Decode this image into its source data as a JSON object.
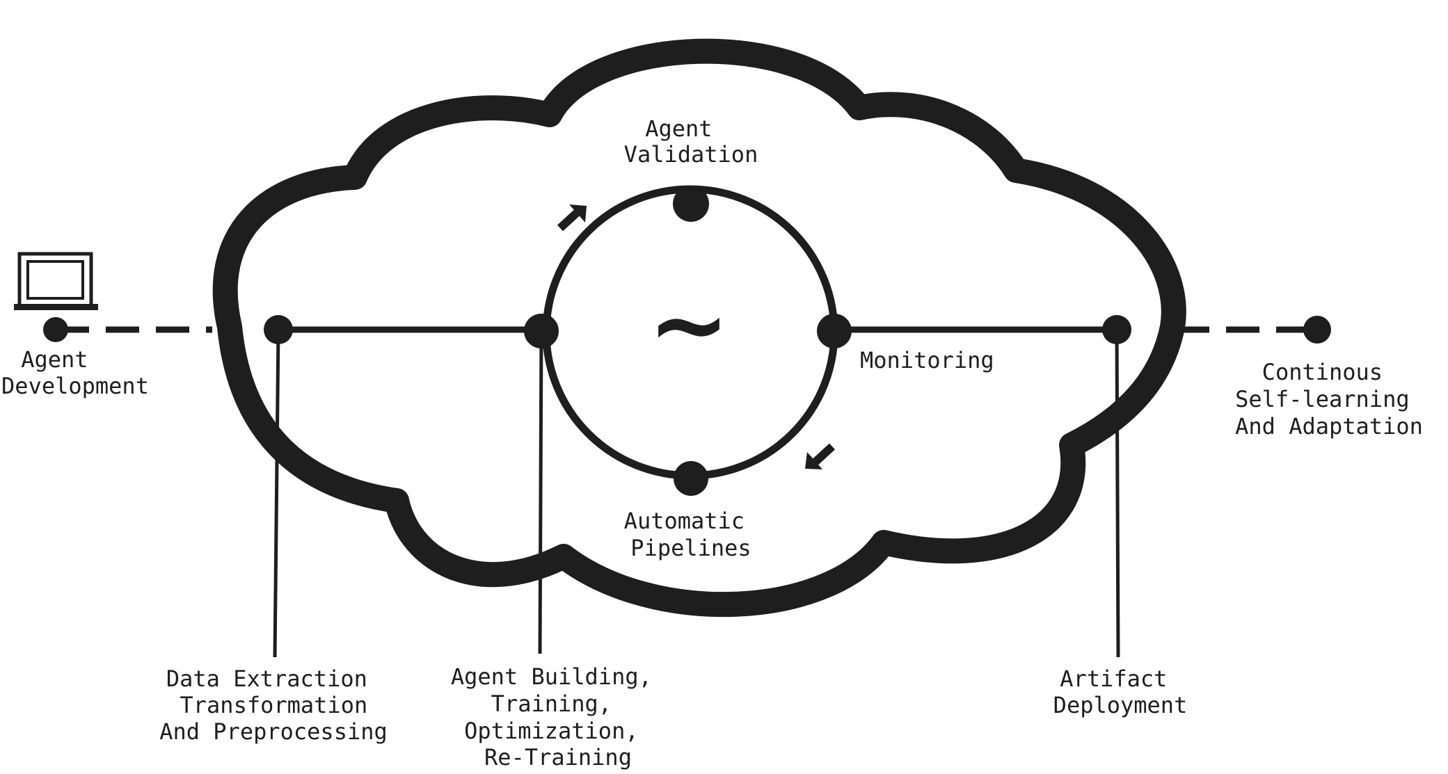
{
  "colors": {
    "ink": "#1e1e1e",
    "background": "#ffffff"
  },
  "icons": {
    "laptop": "laptop-icon",
    "center": "tilde-symbol"
  },
  "labels": {
    "agent_development": [
      "Agent",
      "Development"
    ],
    "agent_validation": [
      "Agent",
      "Validation"
    ],
    "monitoring": [
      "Monitoring"
    ],
    "automatic_pipelines": [
      "Automatic",
      "Pipelines"
    ],
    "continuous_learning": [
      "Continous",
      "Self-learning",
      "And Adaptation"
    ],
    "data_extraction": [
      "Data Extraction",
      "Transformation",
      "And Preprocessing"
    ],
    "agent_building": [
      "Agent Building,",
      "Training,",
      "Optimization,",
      "Re-Training"
    ],
    "artifact_deployment": [
      "Artifact",
      "Deployment"
    ]
  },
  "center_symbol": "~"
}
